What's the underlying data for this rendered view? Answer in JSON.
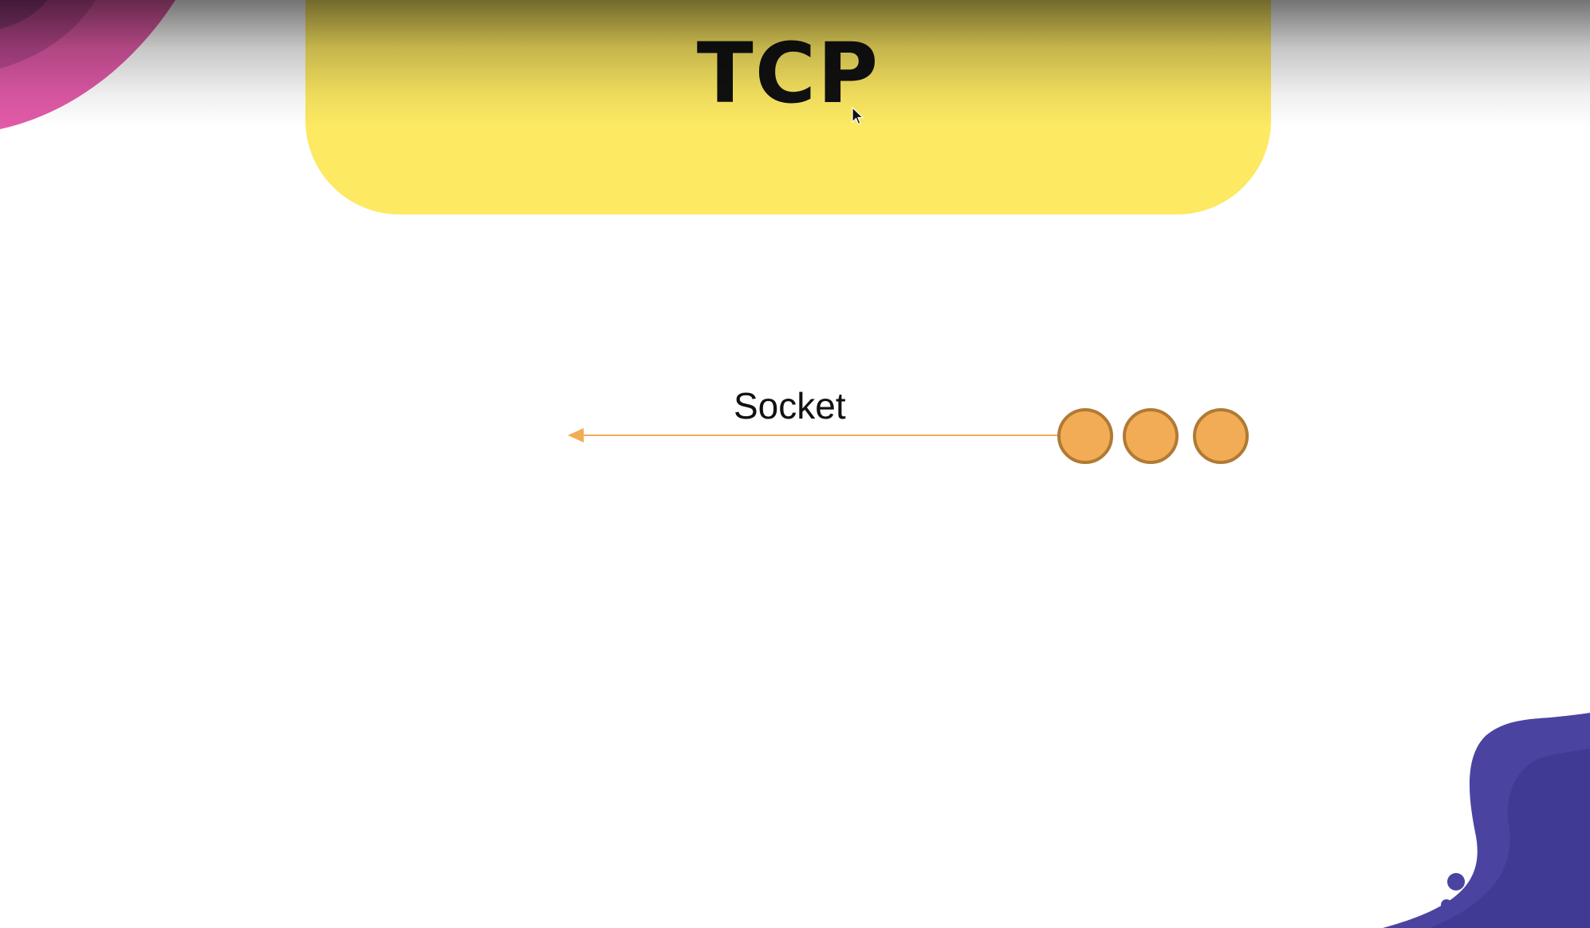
{
  "slide": {
    "title": "TCP",
    "diagram": {
      "connection_label": "Socket",
      "packet_count": 3
    }
  },
  "colors": {
    "banner": "#fde962",
    "packet_fill": "#f2ac55",
    "packet_stroke": "#b07a34",
    "arrow": "#f2ac55",
    "deco_pink": "#e25aa8",
    "deco_purple": "#4a3f9c"
  },
  "icons": {
    "cursor": "mouse-pointer-icon"
  }
}
